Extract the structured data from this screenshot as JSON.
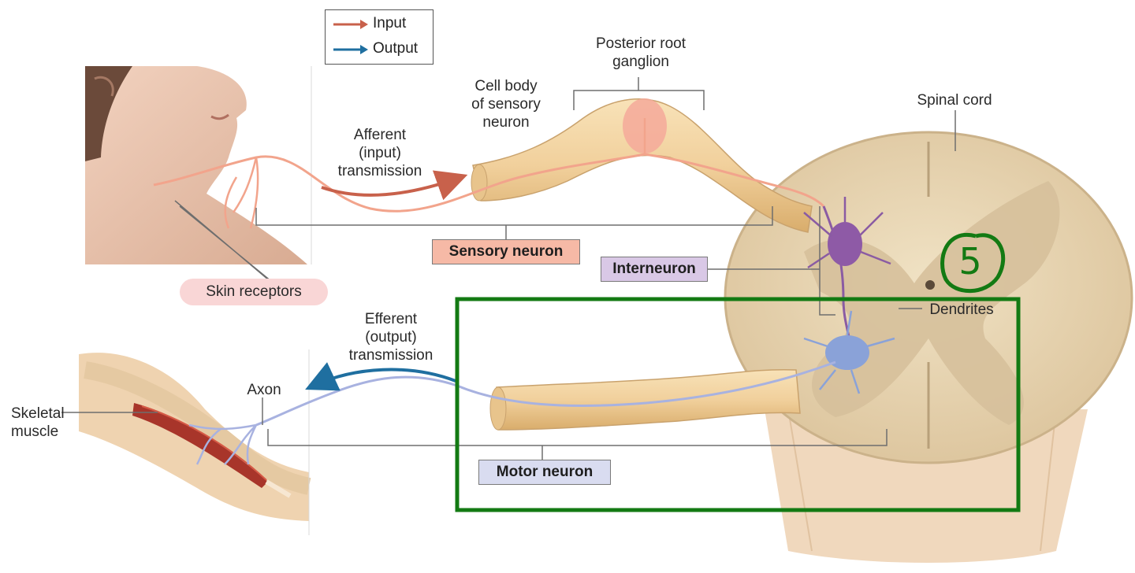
{
  "legend": {
    "items": [
      {
        "label": "Input",
        "color": "#c8614b"
      },
      {
        "label": "Output",
        "color": "#1f6fa0"
      }
    ]
  },
  "labels": {
    "posterior_root_ganglion": [
      "Posterior root",
      "ganglion"
    ],
    "cell_body": [
      "Cell body",
      "of sensory",
      "neuron"
    ],
    "spinal_cord": "Spinal cord",
    "afferent": [
      "Afferent",
      "(input)",
      "transmission"
    ],
    "efferent": [
      "Efferent",
      "(output)",
      "transmission"
    ],
    "axon": "Axon",
    "skeletal_muscle": [
      "Skeletal",
      "muscle"
    ],
    "skin_receptors": "Skin receptors",
    "dendrites": "Dendrites",
    "sensory_neuron": "Sensory neuron",
    "interneuron": "Interneuron",
    "motor_neuron": "Motor neuron"
  },
  "annotation": {
    "handwritten_number": "5",
    "highlight_color": "#137a13"
  },
  "colors": {
    "nerve": "#f1d3a0",
    "cord_gray": "#d7c3a0",
    "cord_white": "#efe4cc",
    "sensory_box": "#f6b9a6",
    "interneuron_box": "#d9c8e6",
    "motor_box": "#d9dcf0",
    "skin_receptor_box": "#f9d6d6"
  }
}
